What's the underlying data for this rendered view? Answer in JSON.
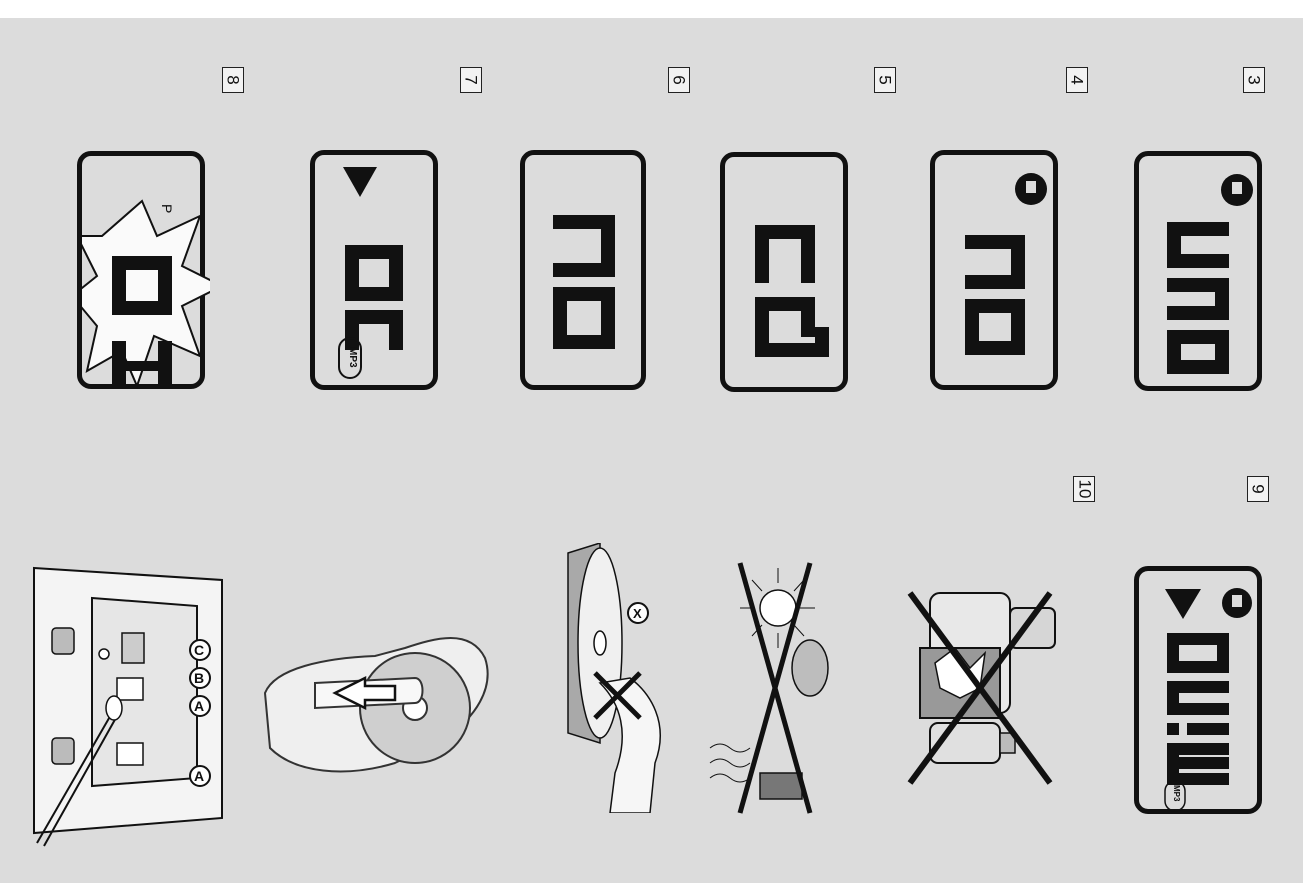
{
  "figure_numbers": {
    "n3": "3",
    "n4": "4",
    "n5": "5",
    "n6": "6",
    "n7": "7",
    "n8": "8",
    "n9": "9",
    "n10": "10"
  },
  "display_labels": {
    "mp3": "MP3",
    "p": "P"
  },
  "callouts": {
    "a1": "A",
    "a2": "A",
    "b": "B",
    "c": "C",
    "x": "X"
  },
  "colors": {
    "background": "#dcdcdc",
    "ink": "#111111",
    "page": "#ffffff"
  }
}
